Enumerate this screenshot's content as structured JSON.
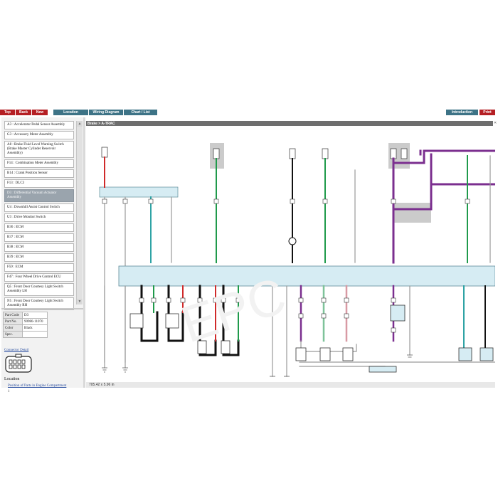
{
  "toolbar": {
    "top_label": "Top",
    "back_label": "Back",
    "new_label": "New",
    "location_label": "Location",
    "wiring_label": "Wiring Diagram",
    "chart_label": "Chart / List",
    "introduction_label": "Introduction",
    "print_label": "Print"
  },
  "sidebar": {
    "items": [
      "A3 : Accelerator Pedal Sensor Assembly",
      "G3 : Accessory Meter Assembly",
      "A8 : Brake Fluid Level Warning Switch (Brake Master Cylinder Reservoir Assembly)",
      "F14 : Combination Meter Assembly",
      "B14 : Crank Position Sensor",
      "F13 : DLC3",
      "D3 : Differential Vacuum Actuator Assembly",
      "U4 : Downhill Assist Control Switch",
      "U3 : Drive Monitor Switch",
      "B36 : ECM",
      "B37 : ECM",
      "B38 : ECM",
      "B39 : ECM",
      "F59 : ECM",
      "F47 : Four Wheel Drive Control ECU",
      "Q5 : Front Door Courtesy Light Switch Assembly LH",
      "N5 : Front Door Courtesy Light Switch Assembly RH"
    ],
    "selected_index": 6
  },
  "properties": {
    "rows": [
      {
        "key": "Part Code",
        "value": "D3"
      },
      {
        "key": "Part No.",
        "value": "90980-11070"
      },
      {
        "key": "Color",
        "value": "Black"
      },
      {
        "key": "Spec.",
        "value": ""
      }
    ]
  },
  "connector_detail_label": "Connector Detail",
  "location": {
    "title": "Location",
    "link": "Position of Parts in Engine Compartment",
    "number": "1"
  },
  "viewer": {
    "breadcrumb": "Brake > A-TRAC",
    "coordinates": "705.42 x 5.96 in"
  },
  "colors": {
    "accent_red": "#b51f24",
    "accent_teal": "#3d7386",
    "wire_red": "#d02a2a",
    "wire_teal": "#2fa3a5",
    "wire_green": "#1f9a4b",
    "wire_purple": "#7b2f8f",
    "wire_black": "#111111",
    "wire_gray": "#9a9a9a",
    "ecu_fill": "#d6ecf3"
  }
}
